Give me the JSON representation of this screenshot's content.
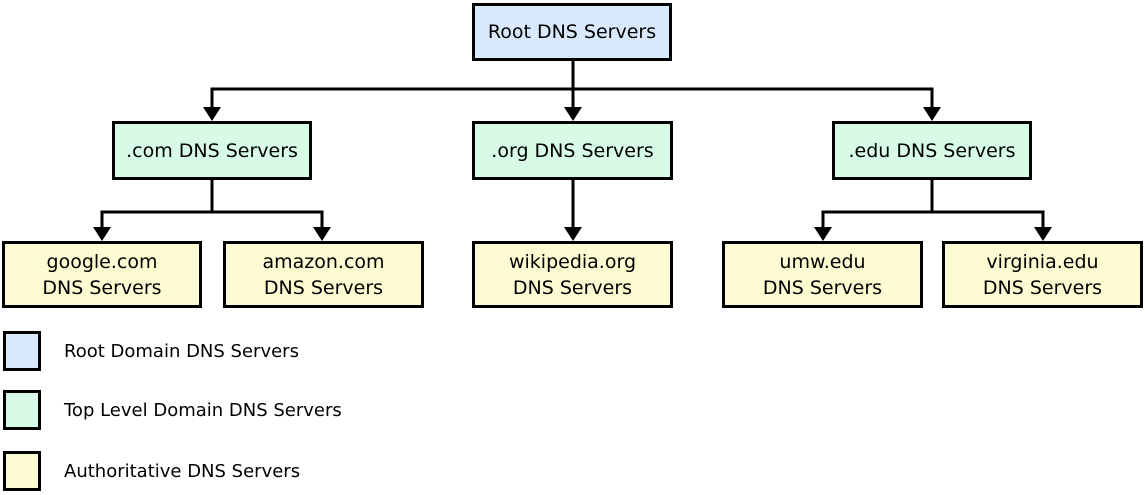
{
  "diagram": {
    "type": "dns-hierarchy-tree",
    "line_color": "#000000",
    "background": "#ffffff",
    "nodes": {
      "root": {
        "label": "Root DNS Servers",
        "level": "root",
        "fill": "#d8e9fb"
      },
      "com": {
        "label": ".com DNS Servers",
        "level": "tld",
        "fill": "#d8fbe8"
      },
      "org": {
        "label": ".org DNS Servers",
        "level": "tld",
        "fill": "#d8fbe8"
      },
      "edu": {
        "label": ".edu DNS Servers",
        "level": "tld",
        "fill": "#d8fbe8"
      },
      "google": {
        "label": "google.com\nDNS Servers",
        "level": "authoritative",
        "fill": "#fcfbd2"
      },
      "amazon": {
        "label": "amazon.com\nDNS Servers",
        "level": "authoritative",
        "fill": "#fcfbd2"
      },
      "wikipedia": {
        "label": "wikipedia.org\nDNS Servers",
        "level": "authoritative",
        "fill": "#fcfbd2"
      },
      "umw": {
        "label": "umw.edu\nDNS Servers",
        "level": "authoritative",
        "fill": "#fcfbd2"
      },
      "virginia": {
        "label": "virginia.edu\nDNS Servers",
        "level": "authoritative",
        "fill": "#fcfbd2"
      }
    },
    "edges": [
      {
        "from": "root",
        "to": "com"
      },
      {
        "from": "root",
        "to": "org"
      },
      {
        "from": "root",
        "to": "edu"
      },
      {
        "from": "com",
        "to": "google"
      },
      {
        "from": "com",
        "to": "amazon"
      },
      {
        "from": "org",
        "to": "wikipedia"
      },
      {
        "from": "edu",
        "to": "umw"
      },
      {
        "from": "edu",
        "to": "virginia"
      }
    ],
    "legend": {
      "items": [
        {
          "label": "Root Domain DNS Servers",
          "color": "#d8e9fb"
        },
        {
          "label": "Top Level Domain DNS Servers",
          "color": "#d8fbe8"
        },
        {
          "label": "Authoritative DNS Servers",
          "color": "#fcfbd2"
        }
      ]
    }
  }
}
